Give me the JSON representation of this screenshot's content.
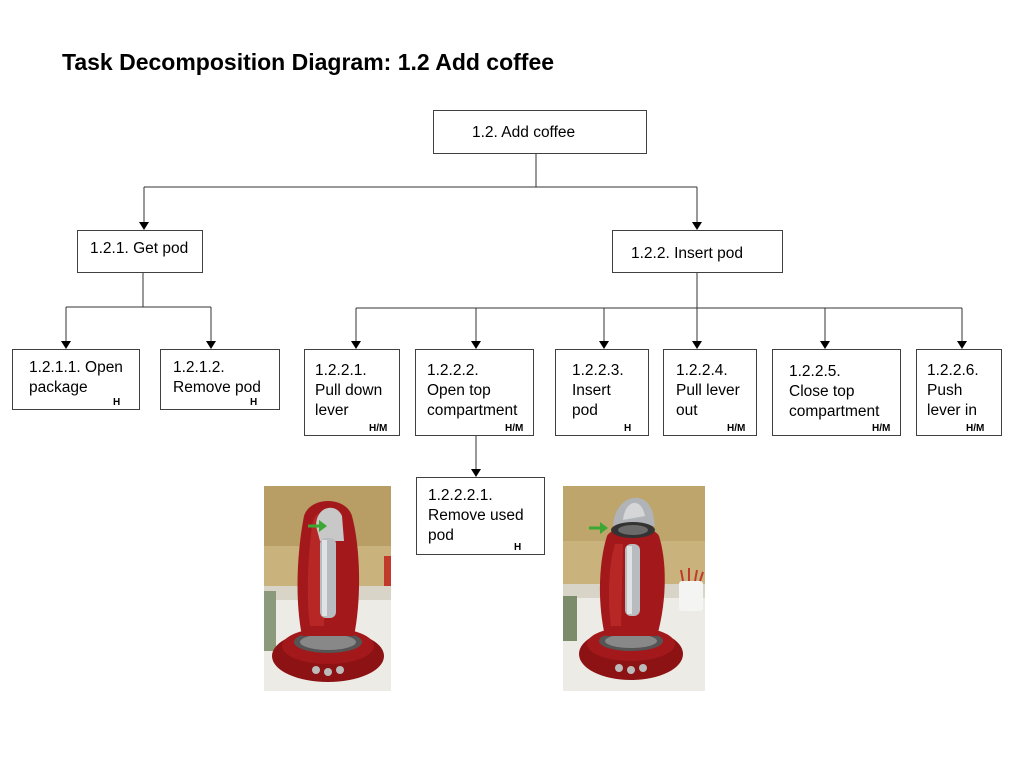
{
  "title": "Task Decomposition Diagram: 1.2 Add coffee",
  "nodes": {
    "root": {
      "label": "1.2.  Add coffee",
      "tag": ""
    },
    "n121": {
      "label": "1.2.1. Get pod",
      "tag": ""
    },
    "n122": {
      "label": "1.2.2. Insert pod",
      "tag": ""
    },
    "n1211": {
      "label": "1.2.1.1.  Open\npackage",
      "tag": "H"
    },
    "n1212": {
      "label": "1.2.1.2.\nRemove pod",
      "tag": "H"
    },
    "n1221": {
      "label": "1.2.2.1.\nPull down\nlever",
      "tag": "H/M"
    },
    "n1222": {
      "label": "1.2.2.2.\nOpen top\ncompartment",
      "tag": "H/M"
    },
    "n1223": {
      "label": "1.2.2.3.\nInsert\npod",
      "tag": "H"
    },
    "n1224": {
      "label": "1.2.2.4.\nPull lever\nout",
      "tag": "H/M"
    },
    "n1225": {
      "label": "1.2.2.5.\nClose top\ncompartment",
      "tag": "H/M"
    },
    "n1226": {
      "label": "1.2.2.6.\nPush\nlever in",
      "tag": "H/M"
    },
    "n12221": {
      "label": "1.2.2.2.1.\nRemove used\npod",
      "tag": "H"
    }
  },
  "colors": {
    "machine_red": "#a3191b",
    "arrow_green": "#3aa832",
    "wall_beige": "#c9b27c",
    "counter_white": "#ecebe6"
  },
  "icons": [
    "coffee-machine-lever-photo",
    "coffee-machine-open-lid-photo",
    "green-arrow-icon"
  ]
}
